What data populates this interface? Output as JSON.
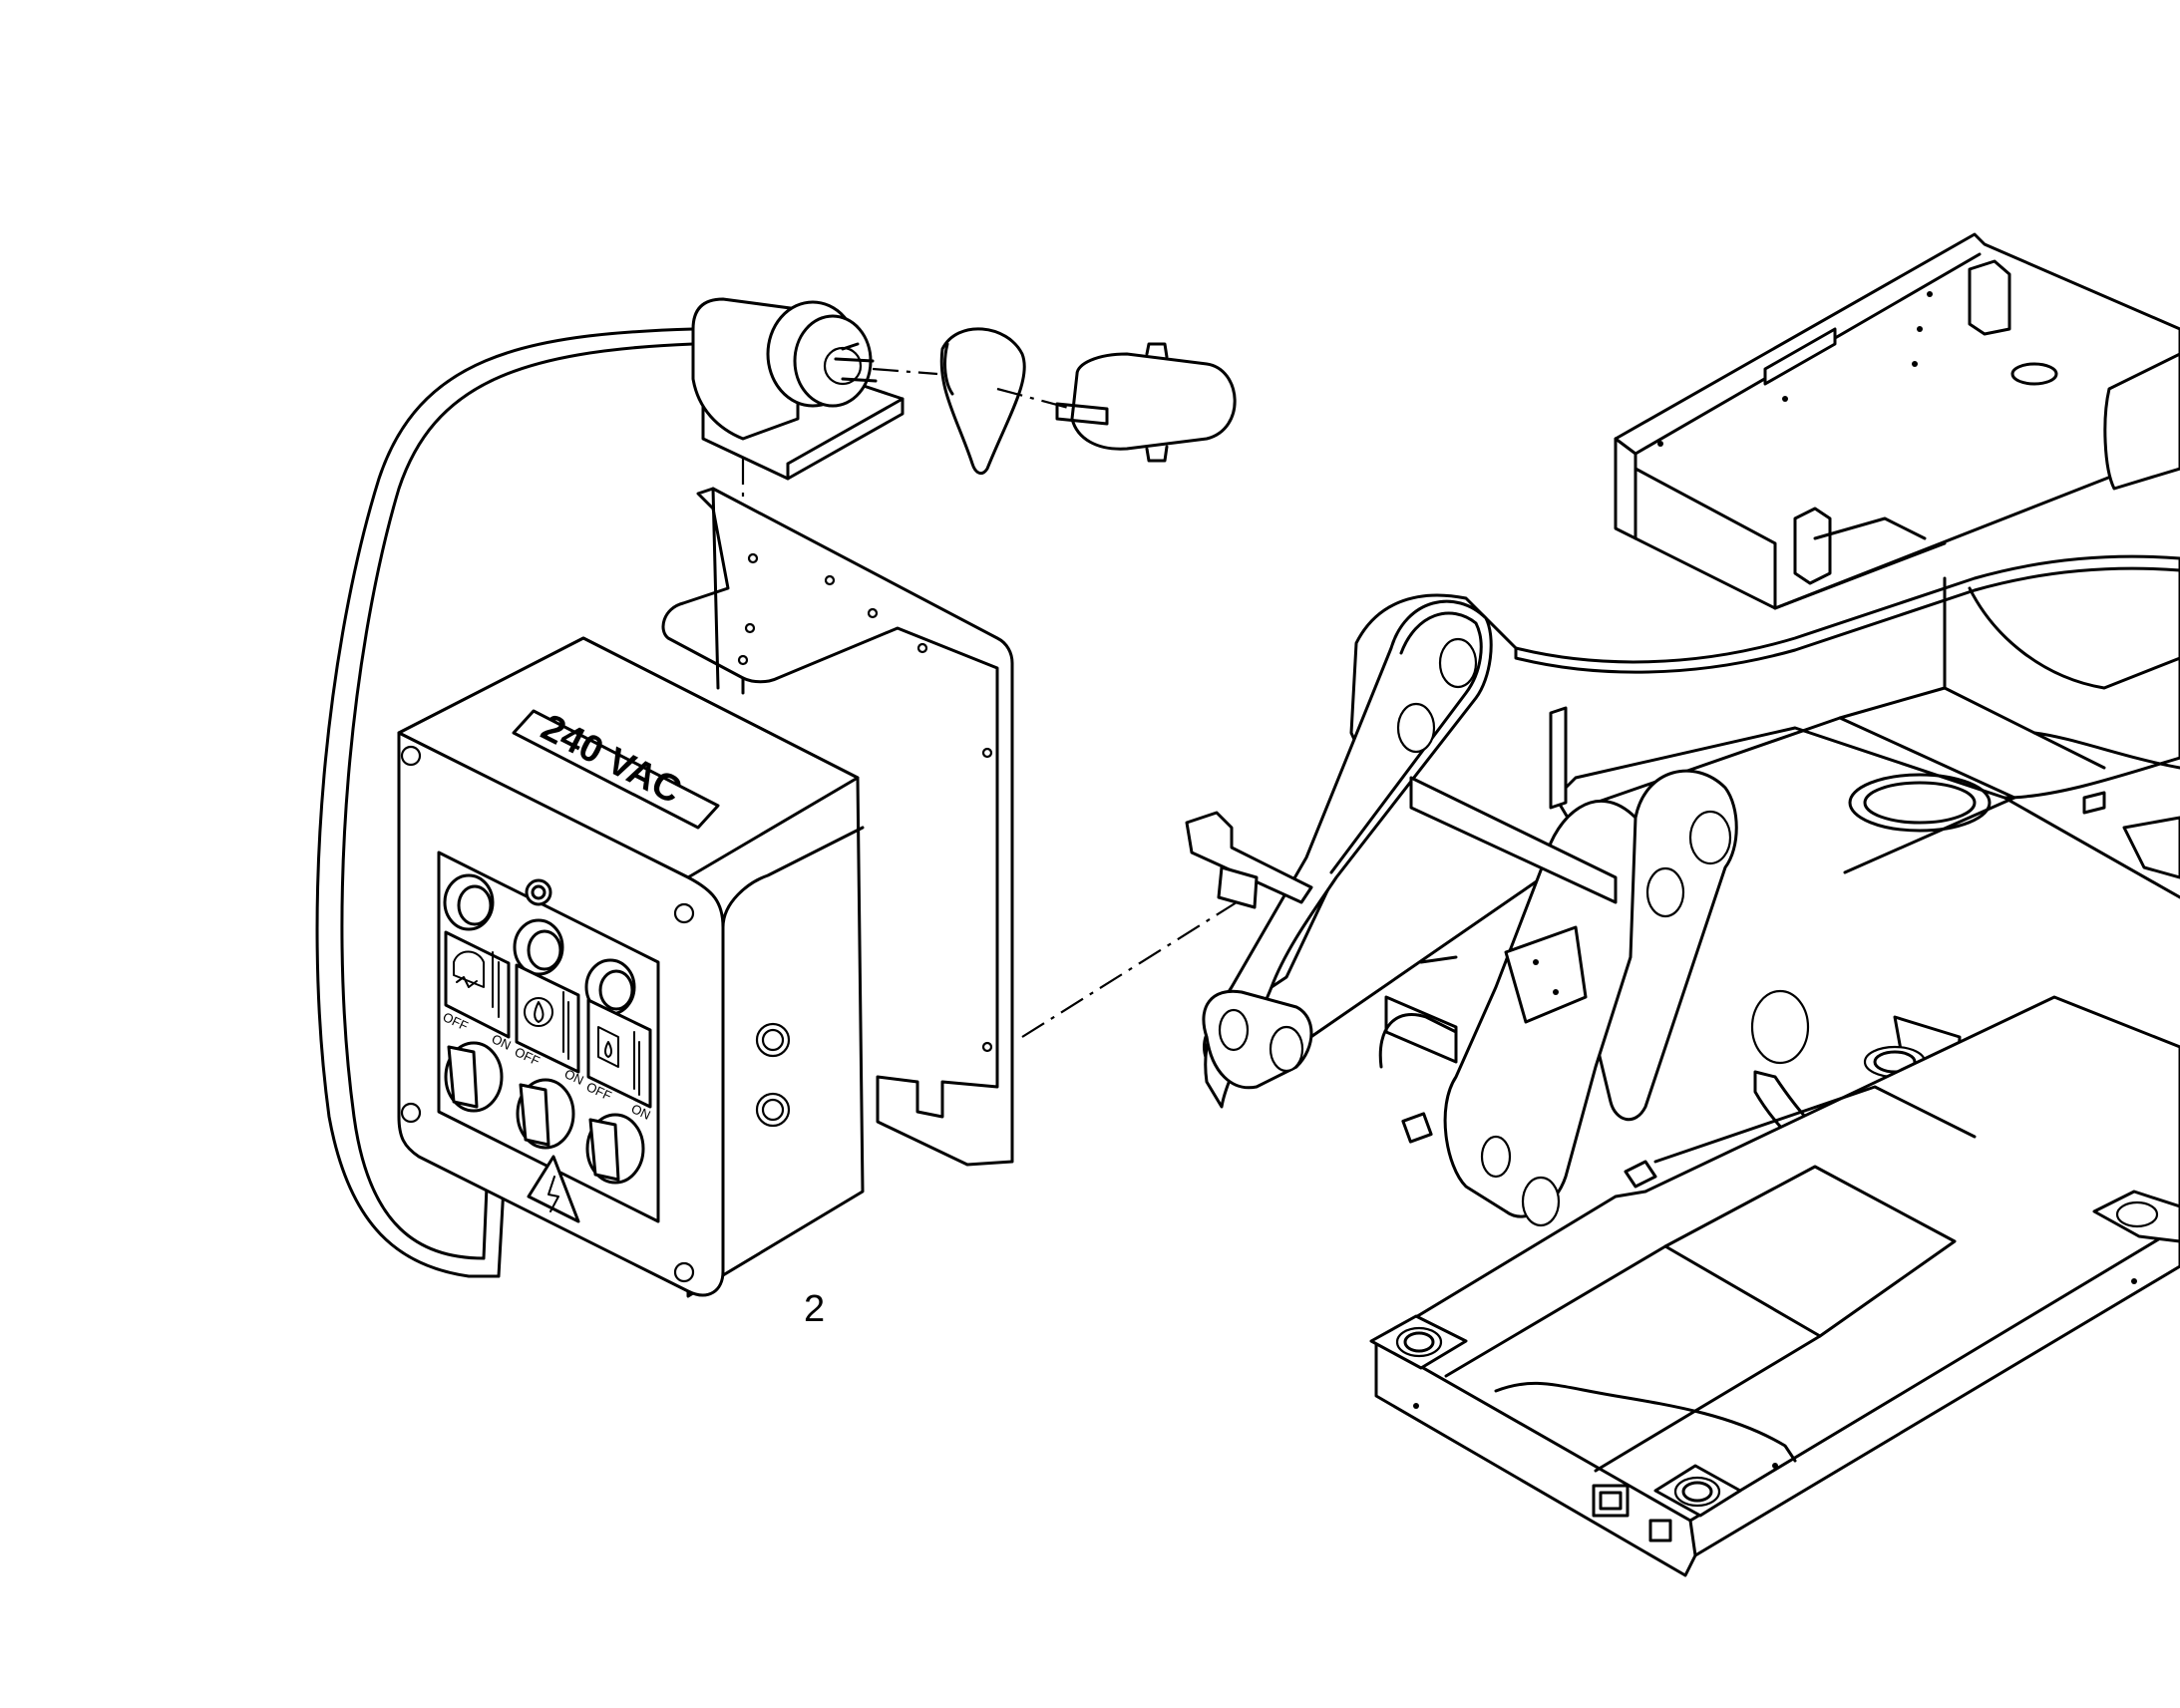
{
  "callout": {
    "number": "2"
  },
  "control_box": {
    "voltage_label": "240 VAC",
    "switch_off_label": "OFF",
    "switch_on_label": "ON"
  },
  "icons": [
    "high-voltage-warning-icon",
    "engine-temperature-icon",
    "oil-temperature-icon",
    "coolant-temperature-icon"
  ]
}
